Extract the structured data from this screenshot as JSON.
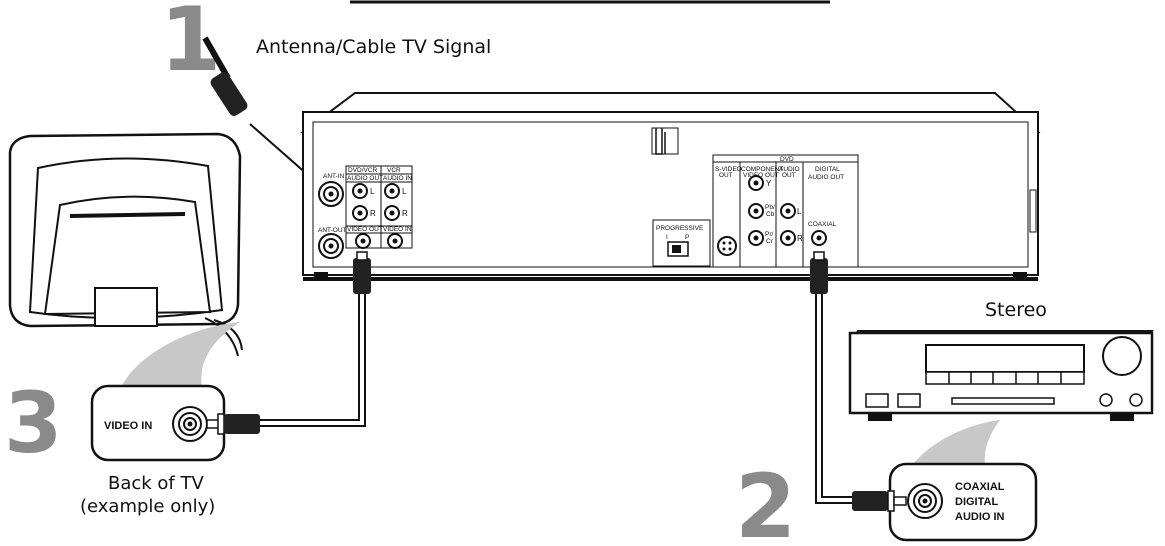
{
  "steps": {
    "one": "1",
    "two": "2",
    "three": "3"
  },
  "labels": {
    "antenna_signal": "Antenna/Cable TV Signal",
    "stereo": "Stereo",
    "back_of_tv": "Back of TV",
    "example_only": "(example only)"
  },
  "tv_panel": {
    "video_in": "VIDEO IN"
  },
  "stereo_panel": {
    "line1": "COAXIAL",
    "line2": "DIGITAL",
    "line3": "AUDIO IN"
  },
  "rear_panel": {
    "ant_in": "ANT-IN",
    "ant_out": "ANT-OUT",
    "dvd_vcr": "DVD/VCR",
    "vcr": "VCR",
    "audio_out": "AUDIO OUT",
    "audio_in": "AUDIO IN",
    "video_out": "VIDEO OUT",
    "video_in": "VIDEO IN",
    "left": "L",
    "right": "R",
    "progressive": "PROGRESSIVE",
    "prog_i": "I",
    "prog_p": "P",
    "dvd": "DVD",
    "s_video_1": "S-VIDEO",
    "s_video_2": "OUT",
    "component_1": "COMPONENT",
    "component_2": "VIDEO OUT",
    "audio_1": "AUDIO",
    "audio_2": "OUT",
    "digital_1": "DIGITAL",
    "digital_2": "AUDIO OUT",
    "y": "Y",
    "pb": "Pb/",
    "cb": "Cb",
    "pr": "Pr/",
    "cr": "Cr",
    "coaxial": "COAXIAL"
  },
  "colors": {
    "step_number": "#8a8a8a",
    "callout_shadow": "#c8c8c8",
    "line": "#111111"
  }
}
